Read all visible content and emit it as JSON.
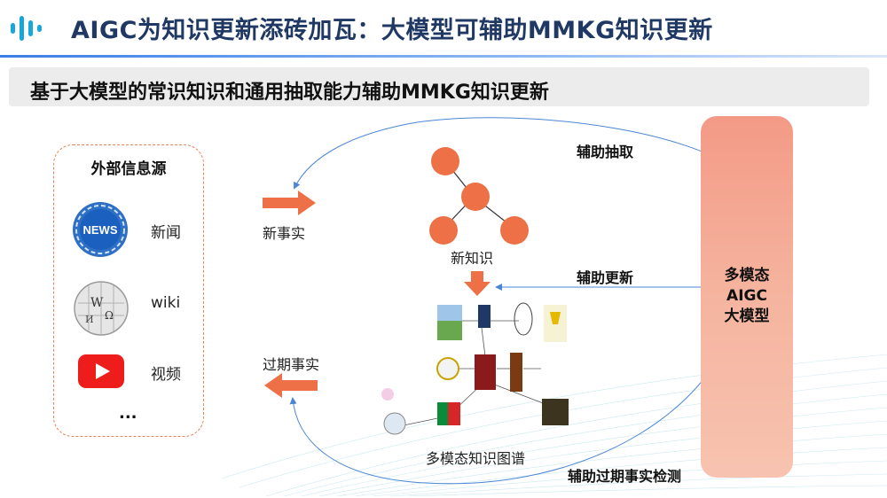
{
  "header": {
    "title": "AIGC为知识更新添砖加瓦：大模型可辅助MMKG知识更新",
    "brand_color": "#1f3864",
    "accent_color": "#3c7ee6"
  },
  "subtitle": "基于大模型的常识知识和通用抽取能力辅助MMKG知识更新",
  "sources": {
    "title": "外部信息源",
    "items": [
      {
        "label": "新闻",
        "icon": "news-icon",
        "icon_text": "NEWS"
      },
      {
        "label": "wiki",
        "icon": "wikipedia-icon"
      },
      {
        "label": "视频",
        "icon": "youtube-icon"
      }
    ],
    "ellipsis": "..."
  },
  "flow": {
    "new_facts": "新事实",
    "expired_facts": "过期事实",
    "new_knowledge": "新知识",
    "mmkg": "多模态知识图谱",
    "assist_extract": "辅助抽取",
    "assist_update": "辅助更新",
    "assist_expired_detection": "辅助过期事实检测"
  },
  "llm": {
    "lines": [
      "多模态",
      "AIGC",
      "大模型"
    ],
    "color": "#f4a38f"
  },
  "colors": {
    "node": "#ee7047",
    "arrow": "#ee7047",
    "curve": "#4a86d6"
  }
}
